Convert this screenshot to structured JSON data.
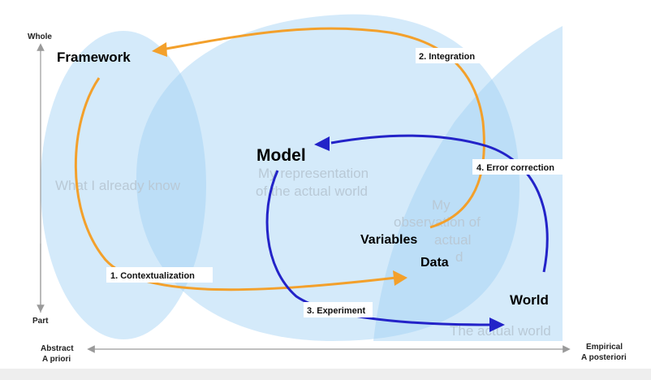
{
  "axes": {
    "y_top": "Whole",
    "y_bottom": "Part",
    "x_left_line1": "Abstract",
    "x_left_line2": "A priori",
    "x_right_line1": "Empirical",
    "x_right_line2": "A posteriori"
  },
  "regions": {
    "framework_caption": "What I already know",
    "model_caption_line1": "My representation",
    "model_caption_line2": "of the actual world",
    "data_caption_line1": "My",
    "data_caption_line2": "observation of",
    "data_caption_line3": "actual",
    "data_caption_line4": "d",
    "world_caption": "The actual world"
  },
  "nodes": {
    "framework": "Framework",
    "model": "Model",
    "variables": "Variables",
    "data": "Data",
    "world": "World"
  },
  "steps": {
    "step1": "1. Contextualization",
    "step2": "2. Integration",
    "step3": "3. Experiment",
    "step4": "4. Error correction"
  },
  "colors": {
    "region_fill": "#9fd0f5",
    "orange_arrow": "#f3a02b",
    "blue_arrow": "#2323c8",
    "axis_line": "#9a9a9a"
  }
}
